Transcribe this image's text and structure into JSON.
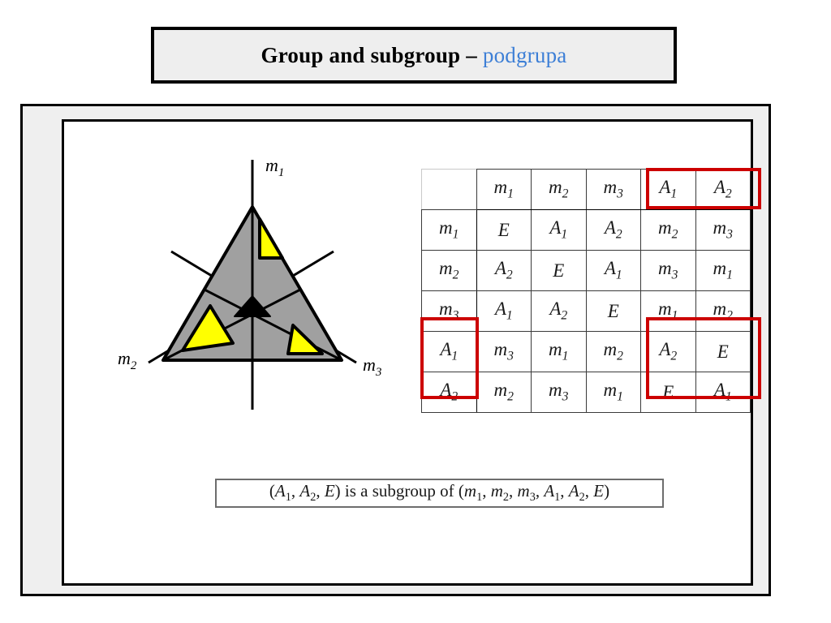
{
  "title": {
    "main": "Group and subgroup – ",
    "subtitle": "podgrupa",
    "subtitle_color": "#3d7fd6"
  },
  "diagram": {
    "name": "equilateral-triangle-with-mirror-lines",
    "triangle_fill": "#a0a0a0",
    "accent_fill": "#ffff00",
    "center_marker_fill": "#000000",
    "mirror_labels": [
      {
        "id": "m1",
        "base": "m",
        "index": "1"
      },
      {
        "id": "m2",
        "base": "m",
        "index": "2"
      },
      {
        "id": "m3",
        "base": "m",
        "index": "3"
      }
    ]
  },
  "table": {
    "highlight_color": "#cc0000",
    "column_headers": [
      "",
      "m1",
      "m2",
      "m3",
      "A1",
      "A2"
    ],
    "rows": [
      {
        "header": "m1",
        "cells": [
          "E",
          "A1",
          "A2",
          "m2",
          "m3"
        ]
      },
      {
        "header": "m2",
        "cells": [
          "A2",
          "E",
          "A1",
          "m3",
          "m1"
        ]
      },
      {
        "header": "m3",
        "cells": [
          "A1",
          "A2",
          "E",
          "m1",
          "m2"
        ]
      },
      {
        "header": "A1",
        "cells": [
          "m3",
          "m1",
          "m2",
          "A2",
          "E"
        ]
      },
      {
        "header": "A2",
        "cells": [
          "m2",
          "m3",
          "m1",
          "E",
          "A1"
        ]
      }
    ],
    "highlighted_headers": [
      "A1",
      "A2"
    ],
    "highlighted_block": [
      [
        "A2",
        "E"
      ],
      [
        "E",
        "A1"
      ]
    ]
  },
  "caption": {
    "text": "(A1, A2, E) is a subgroup of (m1, m2, m3, A1, A2, E)",
    "subgroup_elements": [
      "A1",
      "A2",
      "E"
    ],
    "group_elements": [
      "m1",
      "m2",
      "m3",
      "A1",
      "A2",
      "E"
    ]
  }
}
